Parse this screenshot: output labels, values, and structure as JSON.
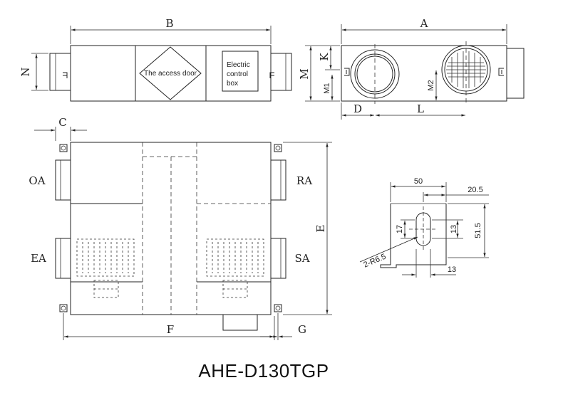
{
  "title": "AHE-D130TGP",
  "top_view": {
    "dim_B": "B",
    "dim_N": "N",
    "access_door": "The access door",
    "electric_box_lines": [
      "Electric",
      "control",
      "box"
    ]
  },
  "side_view": {
    "dim_A": "A",
    "dim_K": "K",
    "dim_M": "M",
    "dim_M1": "M1",
    "dim_M2": "M2",
    "dim_D": "D",
    "dim_L": "L"
  },
  "front_view": {
    "dim_C": "C",
    "dim_E": "E",
    "dim_F": "F",
    "dim_G": "G",
    "port_OA": "OA",
    "port_EA": "EA",
    "port_RA": "RA",
    "port_SA": "SA"
  },
  "bracket_detail": {
    "dim_50": "50",
    "dim_20_5": "20.5",
    "dim_17": "17",
    "dim_13_a": "13",
    "dim_51_5": "51.5",
    "dim_13_b": "13",
    "radius_note": "2-R6.5"
  }
}
